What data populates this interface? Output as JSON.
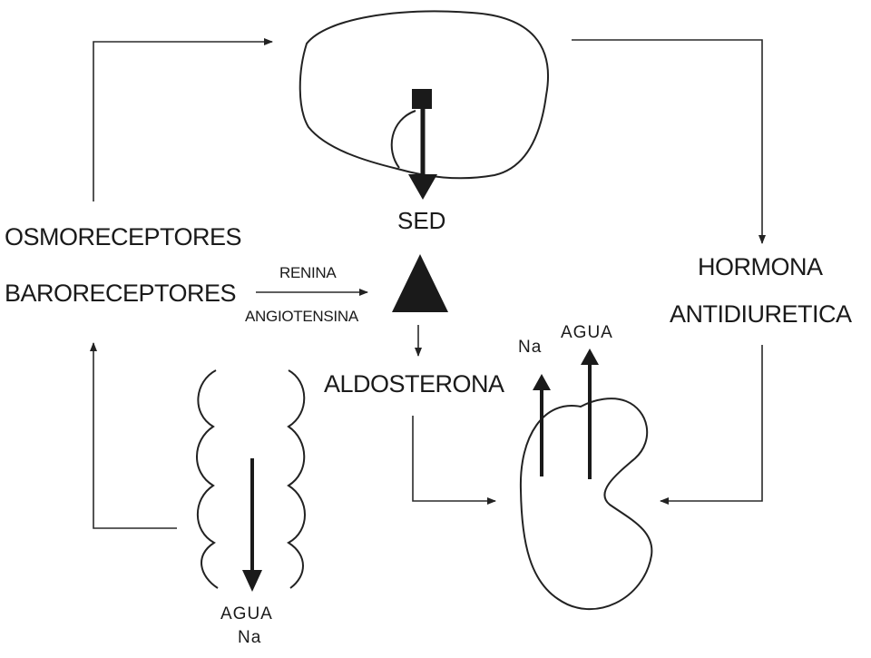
{
  "diagram": {
    "labels": {
      "sensor_osmo": "OSMORECEPTORES",
      "sensor_baro": "BARORECEPTORES",
      "thirst": "SED",
      "renin": "RENINA",
      "angiotensin": "ANGIOTENSINA",
      "aldosterone": "ALDOSTERONA",
      "adh_line1": "HORMONA",
      "adh_line2": "ANTIDIURETICA",
      "kidney_sodium": "Na",
      "kidney_water": "AGUA",
      "intestine_water": "AGUA",
      "intestine_sodium": "Na"
    }
  }
}
